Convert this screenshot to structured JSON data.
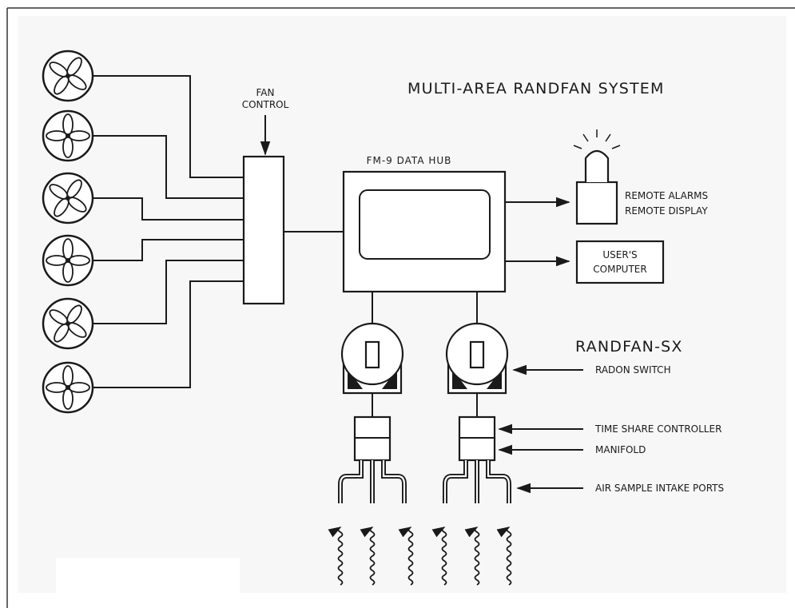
{
  "title": "MULTI-AREA RANDFAN SYSTEM",
  "fan_control": {
    "line1": "FAN",
    "line2": "CONTROL"
  },
  "data_hub": "FM-9 DATA HUB",
  "remote": {
    "line1": "REMOTE ALARMS",
    "line2": "REMOTE DISPLAY"
  },
  "computer": {
    "line1": "USER'S",
    "line2": "COMPUTER"
  },
  "subtitle": "RANDFAN-SX",
  "labels": {
    "radon_switch": "RADON SWITCH",
    "time_share": "TIME SHARE CONTROLLER",
    "manifold": "MANIFOLD",
    "air_ports": "AIR SAMPLE INTAKE PORTS"
  },
  "fan_count": 6
}
